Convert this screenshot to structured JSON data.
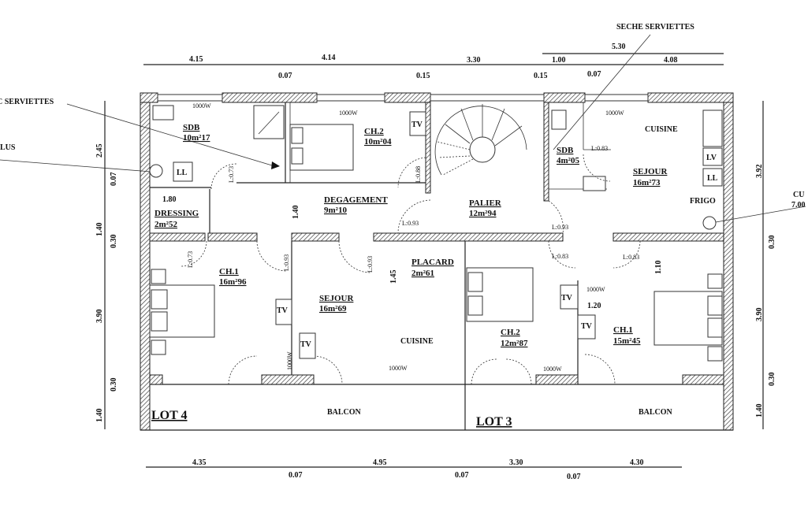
{
  "rooms": {
    "lot4_sdb": {
      "name": "SDB",
      "area": "10m²17"
    },
    "lot4_ch2": {
      "name": "CH.2",
      "area": "10m²04"
    },
    "degagement": {
      "name": "DEGAGEMENT",
      "area": "9m²10"
    },
    "dressing": {
      "name": "DRESSING",
      "area": "2m²52"
    },
    "palier": {
      "name": "PALIER",
      "area": "12m²94"
    },
    "lot3_sdb": {
      "name": "SDB",
      "area": "4m²05"
    },
    "lot3_cuisine_top": {
      "name": "CUISINE"
    },
    "lot3_sejour_top": {
      "name": "SEJOUR",
      "area": "16m²73"
    },
    "lot4_ch1": {
      "name": "CH.1",
      "area": "16m²96"
    },
    "lot4_sejour": {
      "name": "SEJOUR",
      "area": "16m²69"
    },
    "placard": {
      "name": "PLACARD",
      "area": "2m²61"
    },
    "lot4_cuisine": {
      "name": "CUISINE"
    },
    "lot3_ch2": {
      "name": "CH.2",
      "area": "12m²87"
    },
    "lot3_ch1": {
      "name": "CH.1",
      "area": "15m²45"
    },
    "balcon_left": {
      "name": "BALCON"
    },
    "balcon_right": {
      "name": "BALCON"
    }
  },
  "lots": {
    "left": "LOT 4",
    "right": "LOT 3"
  },
  "dimensions": {
    "top": [
      "4.15",
      "4.14",
      "3.30",
      "1.00",
      "4.08",
      "5.30",
      "0.07",
      "0.15",
      "0.15",
      "0.07"
    ],
    "bottom": [
      "4.35",
      "4.95",
      "3.30",
      "4.30",
      "0.07",
      "0.07",
      "0.07"
    ],
    "left": [
      "2.45",
      "0.07",
      "1.40",
      "0.30",
      "3.90",
      "0.30",
      "1.40"
    ],
    "right": [
      "3.92",
      "0.30",
      "3.90",
      "0.30",
      "1.40"
    ],
    "interior": [
      "1.80",
      "1.40",
      "1.45",
      "1.10",
      "1.20"
    ]
  },
  "doors": [
    "L:0.73",
    "L:0.88",
    "L:0.93",
    "L:0.93",
    "L:0.83",
    "L:0.83",
    "L:0.83",
    "L:0.73",
    "L:0.93",
    "L:0.93"
  ],
  "fixtures": {
    "ll": "LL",
    "lv": "LV",
    "frigo": "FRIGO",
    "tv": "TV",
    "radiator": "1000W"
  },
  "callouts": {
    "towel_left": "C SERVIETTES",
    "boiler_left": "LUS",
    "towel_right": "SECHE SERVIETTES",
    "boiler_right": "CU",
    "boiler_right_sub": "7.00"
  }
}
